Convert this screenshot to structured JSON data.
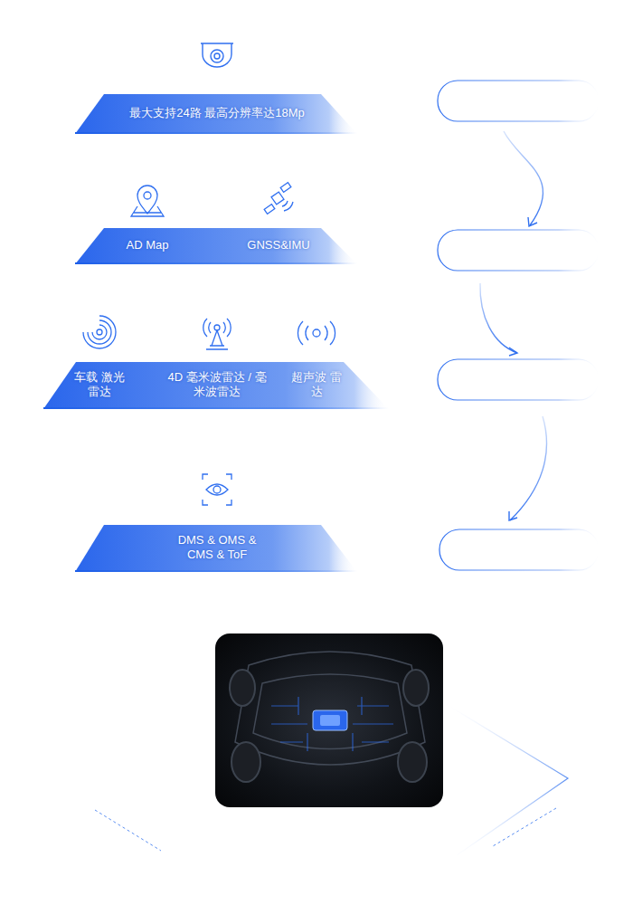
{
  "diagram": {
    "nodes": [
      {
        "text": [
          "最大支持24路 最高分辨率达18Mp"
        ]
      },
      {
        "text": [
          "AD Map",
          "GNSS&IMU"
        ]
      },
      {
        "text": [
          "车载 激光雷达",
          "4D 毫米波雷达 / 毫米波雷达",
          "超声波 雷达"
        ]
      },
      {
        "text": [
          "DMS & OMS & CMS & ToF"
        ]
      }
    ]
  }
}
